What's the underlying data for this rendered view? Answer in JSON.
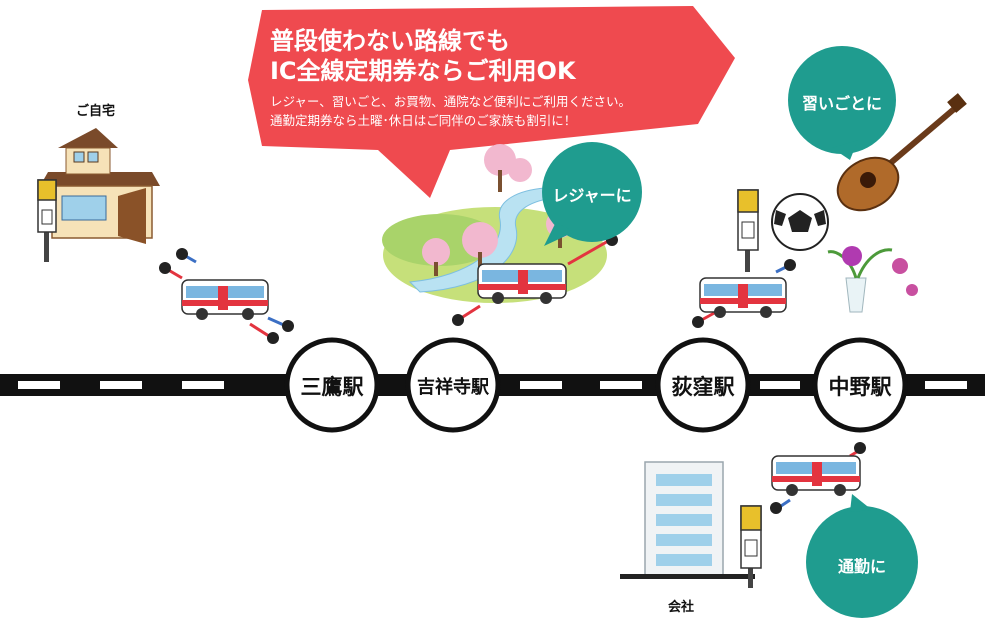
{
  "banner": {
    "headline_1": "普段使わない路線でも",
    "headline_2": "IC全線定期券ならご利用OK",
    "sub_1": "レジャー、習いごと、お買物、通院など便利にご利用ください。",
    "sub_2": "通勤定期券なら土曜･休日はご同伴のご家族も割引に！",
    "color": "#ef4a4f"
  },
  "places": {
    "home": "ご自宅",
    "office": "会社"
  },
  "stations": [
    "三鷹駅",
    "吉祥寺駅",
    "荻窪駅",
    "中野駅"
  ],
  "bubbles": {
    "leisure": "レジャーに",
    "lessons": "習いごとに",
    "commute": "通勤に",
    "color": "#1f9c8f"
  },
  "line_colors": {
    "track": "#111111",
    "route_red": "#e3343f",
    "route_blue": "#3b6fc4"
  }
}
